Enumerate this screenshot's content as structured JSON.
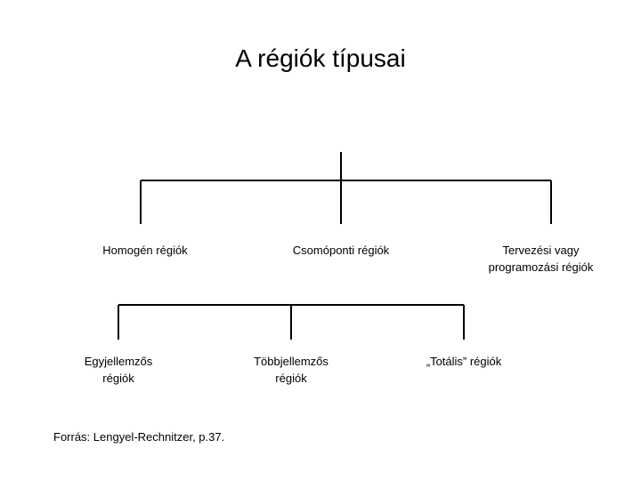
{
  "slide": {
    "title": "A régiók típusai",
    "background_color": "#ffffff",
    "line_color": "#000000",
    "text_color": "#000000"
  },
  "diagram": {
    "type": "tree",
    "root_stem": true,
    "level1": {
      "nodes": [
        {
          "id": "homogen",
          "label": "Homogén régiók"
        },
        {
          "id": "csomoponti",
          "label": "Csomóponti régiók"
        },
        {
          "id": "tervezesi",
          "label": "Tervezési vagy\nprogramozási régiók"
        }
      ]
    },
    "level2": {
      "parent": "homogen",
      "nodes": [
        {
          "id": "egyjellemzos",
          "label": "Egyjellemzős\nrégiók"
        },
        {
          "id": "tobbjellemzos",
          "label": "Többjellemzős\nrégiók"
        },
        {
          "id": "totalis",
          "label": "„Totális” régiók"
        }
      ]
    }
  },
  "footer": {
    "source": "Forrás: Lengyel-Rechnitzer, p.37."
  }
}
